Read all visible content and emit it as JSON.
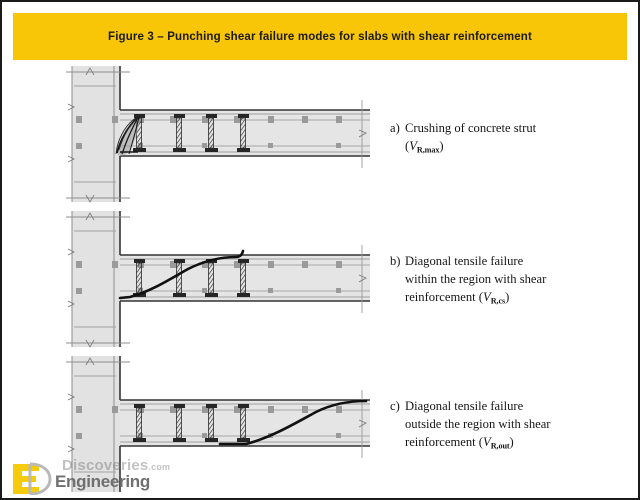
{
  "page": {
    "title": "Figure 3 – Punching shear failure modes for slabs with shear reinforcement",
    "banner_color": "#F8C507",
    "background_color": "#ffffff",
    "border_color": "#1a1a1a"
  },
  "figures": [
    {
      "id": "a",
      "marker": "a)",
      "caption_line1": "Crushing  of  concrete  strut",
      "symbol_open": "(",
      "symbol_letter": "V",
      "symbol_sub": "R,max",
      "symbol_close": ")",
      "crack_type": "crushing-zone",
      "description": "Crushing of concrete strut"
    },
    {
      "id": "b",
      "marker": "b)",
      "caption_line1": "Diagonal      tensile      failure",
      "caption_line2": "within  the  region  with  shear",
      "caption_line3": "reinforcement ",
      "symbol_open": "(",
      "symbol_letter": "V",
      "symbol_sub": "R,cs",
      "symbol_close": ")",
      "crack_type": "diagonal-inside",
      "description": "Diagonal tensile failure within the region with shear reinforcement"
    },
    {
      "id": "c",
      "marker": "c)",
      "caption_line1": "Diagonal      tensile      failure",
      "caption_line2": "outside  the  region  with  shear",
      "caption_line3": "reinforcement ",
      "symbol_open": "(",
      "symbol_letter": "V",
      "symbol_sub": "R,out",
      "symbol_close": ")",
      "crack_type": "diagonal-outside",
      "description": "Diagonal tensile failure outside the region with shear reinforcement"
    }
  ],
  "drawing": {
    "slab_fill": "#e5e5e5",
    "slab_outline": "#3d3d3d",
    "column_fill": "#e0e0e0",
    "rebar_color": "#9a9a9a",
    "rebar_dot_color": "#8c8c8c",
    "stud_color": "#2b2b2b",
    "crack_color": "#111111",
    "stud_count": 4,
    "top_rebar_dots": 8,
    "bottom_rebar_dots": 8
  },
  "watermark": {
    "text": "Discoveries",
    "suffix": ".com"
  },
  "logo": {
    "text": "Engineering",
    "mark_letter_e": "E",
    "mark_letter_d": "D",
    "accent_color": "#F5CB0C",
    "text_color": "#6f6f6f"
  }
}
